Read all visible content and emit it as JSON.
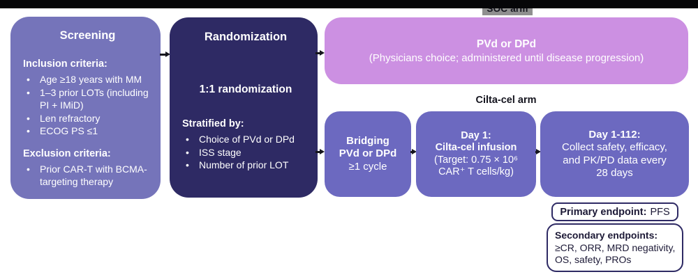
{
  "soc_arm": {
    "label": "SOC arm",
    "box_title": "PVd or DPd",
    "box_subtitle": "(Physicians choice; administered until disease progression)"
  },
  "screening": {
    "title": "Screening",
    "inclusion_heading": "Inclusion criteria:",
    "inclusion_items": [
      "Age ≥18 years with MM",
      "1–3 prior LOTs (including PI + IMiD)",
      "Len refractory",
      "ECOG PS ≤1"
    ],
    "exclusion_heading": "Exclusion criteria:",
    "exclusion_items": [
      "Prior CAR-T with BCMA-targeting therapy"
    ]
  },
  "randomization": {
    "title": "Randomization",
    "ratio": "1:1 randomization",
    "stratified_heading": "Stratified by:",
    "stratified_items": [
      "Choice of PVd or DPd",
      "ISS stage",
      "Number of prior LOT"
    ]
  },
  "cilta_arm": {
    "label": "Cilta-cel arm",
    "bridging": {
      "line1": "Bridging",
      "line2": "PVd or DPd",
      "line3": "≥1 cycle"
    },
    "infusion": {
      "line1": "Day 1:",
      "line2": "Cilta-cel infusion",
      "line3": "(Target: 0.75 × 10⁶",
      "line4": "CAR⁺ T cells/kg)"
    },
    "followup": {
      "line1": "Day 1-112:",
      "line2": "Collect safety, efficacy,",
      "line3": "and PK/PD data every",
      "line4": "28 days"
    }
  },
  "endpoints": {
    "primary_label": "Primary endpoint:",
    "primary_value": "PFS",
    "secondary_label": "Secondary endpoints:",
    "secondary_lines": [
      "≥CR, ORR, MRD negativity,",
      "OS, safety, PROs"
    ]
  },
  "colors": {
    "screening_box": "#7574ba",
    "randomization_box": "#2e2a64",
    "soc_box": "#cc90e2",
    "cilta_boxes": "#6c69c0",
    "soc_arm_tag_bg": "#8f8f8f",
    "endpoint_border": "#2e2a64",
    "top_bar": "#060608",
    "text_on_boxes": "#ffffff",
    "dark_text": "#16161d"
  }
}
